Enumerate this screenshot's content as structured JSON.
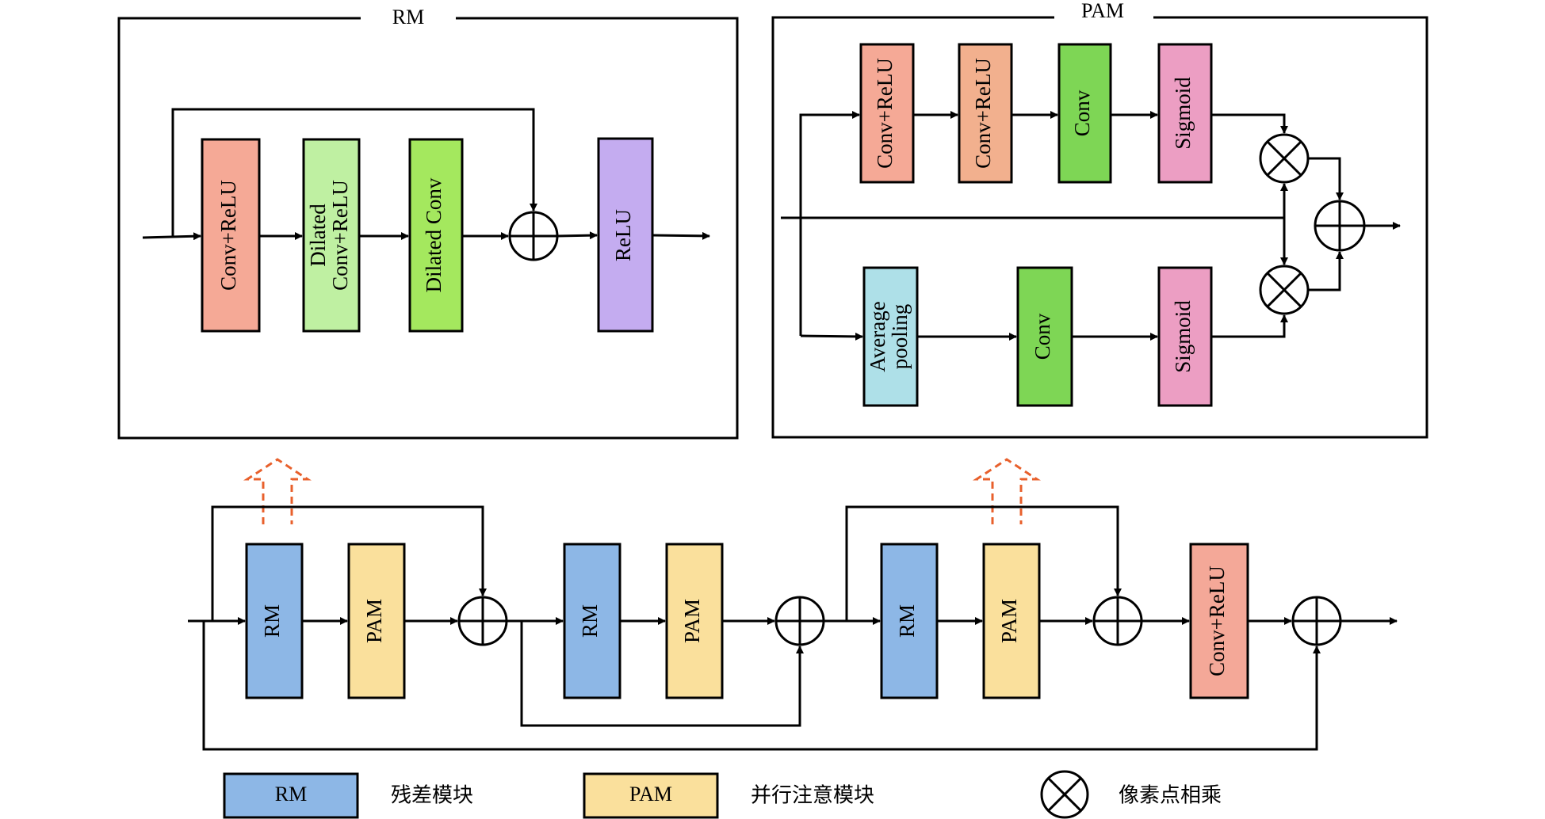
{
  "panels": {
    "rm": {
      "title": "RM"
    },
    "pam": {
      "title": "PAM"
    }
  },
  "rm_blocks": {
    "conv_relu": "Conv+ReLU",
    "dilated_conv_relu": [
      "Dilated",
      "Conv+ReLU"
    ],
    "dilated_conv": "Dilated Conv",
    "relu": "ReLU"
  },
  "pam_blocks": {
    "conv_relu_1": "Conv+ReLU",
    "conv_relu_2": "Conv+ReLU",
    "conv": "Conv",
    "sigmoid_top": "Sigmoid",
    "avg_pooling": [
      "Average",
      "pooling"
    ],
    "conv_bottom": "Conv",
    "sigmoid_bottom": "Sigmoid"
  },
  "main_blocks": {
    "rm_1": "RM",
    "pam_1": "PAM",
    "rm_2": "RM",
    "pam_2": "PAM",
    "rm_3": "RM",
    "pam_3": "PAM",
    "conv_relu": "Conv+ReLU"
  },
  "legend": {
    "rm_box": "RM",
    "rm_text": "残差模块",
    "pam_box": "PAM",
    "pam_text": "并行注意模块",
    "mult_text": "像素点相乘"
  },
  "colors": {
    "conv_relu": "#f5a996",
    "conv_relu_peach": "#f2b08e",
    "dilated_conv_relu": "#bff0a2",
    "dilated_conv": "#a4e85e",
    "relu": "#c4acf0",
    "conv": "#7ed655",
    "sigmoid": "#ec9ec3",
    "avg_pooling": "#aee0e8",
    "rm": "#8db7e6",
    "pam": "#fae09c",
    "conv_relu_main": "#f4a898",
    "expand_arrow": "#e8602c"
  }
}
